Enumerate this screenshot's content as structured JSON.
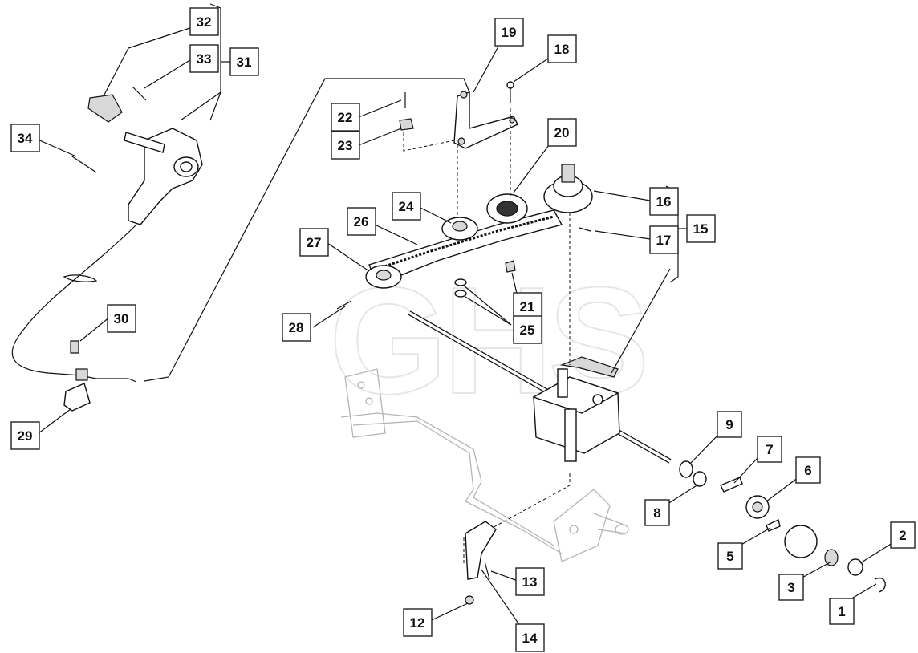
{
  "watermark": "GHS",
  "callouts": {
    "c1": "1",
    "c2": "2",
    "c3": "3",
    "c5": "5",
    "c6": "6",
    "c7": "7",
    "c8": "8",
    "c9": "9",
    "c12": "12",
    "c13": "13",
    "c14": "14",
    "c15": "15",
    "c16": "16",
    "c17": "17",
    "c18": "18",
    "c19": "19",
    "c20": "20",
    "c21": "21",
    "c22": "22",
    "c23": "23",
    "c24": "24",
    "c25": "25",
    "c26": "26",
    "c27": "27",
    "c28": "28",
    "c29": "29",
    "c30": "30",
    "c31": "31",
    "c32": "32",
    "c33": "33",
    "c34": "34"
  }
}
